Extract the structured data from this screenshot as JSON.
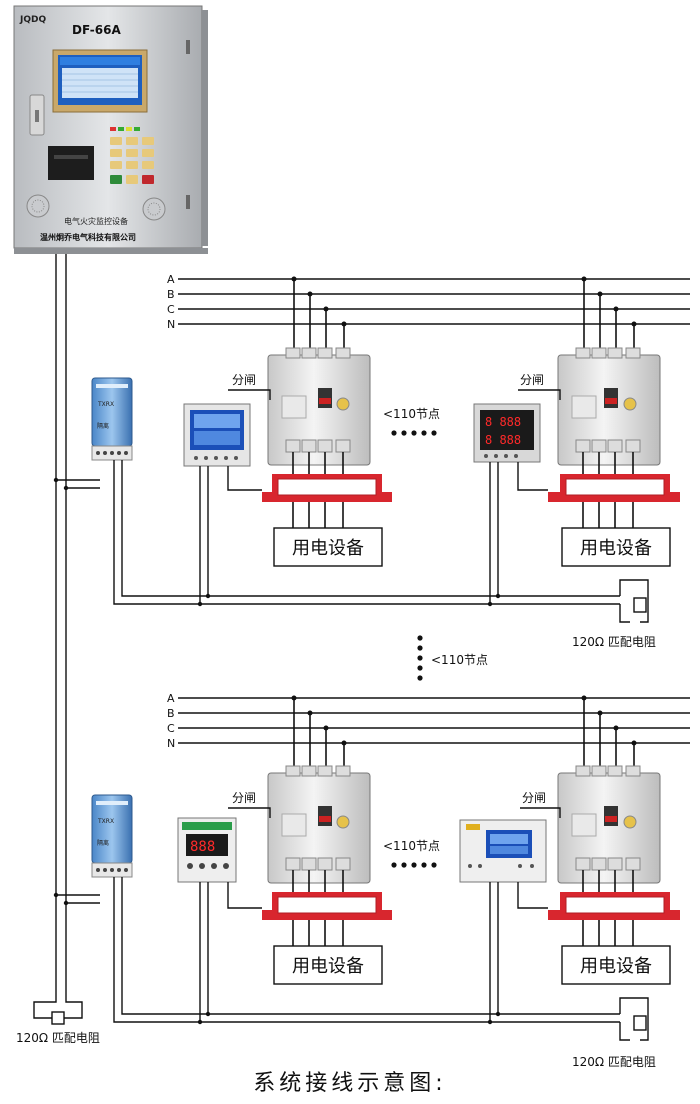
{
  "cabinet": {
    "brand": "JQDQ",
    "model": "DF-66A",
    "name": "电气火灾监控设备",
    "company": "温州炯乔电气科技有限公司"
  },
  "bus_lines": [
    "A",
    "B",
    "C",
    "N"
  ],
  "labels": {
    "branch": "分闸",
    "device": "用电设备",
    "nodes": "<110节点",
    "resistor": "120Ω 匹配电阻"
  },
  "title": "系统接线示意图:"
}
